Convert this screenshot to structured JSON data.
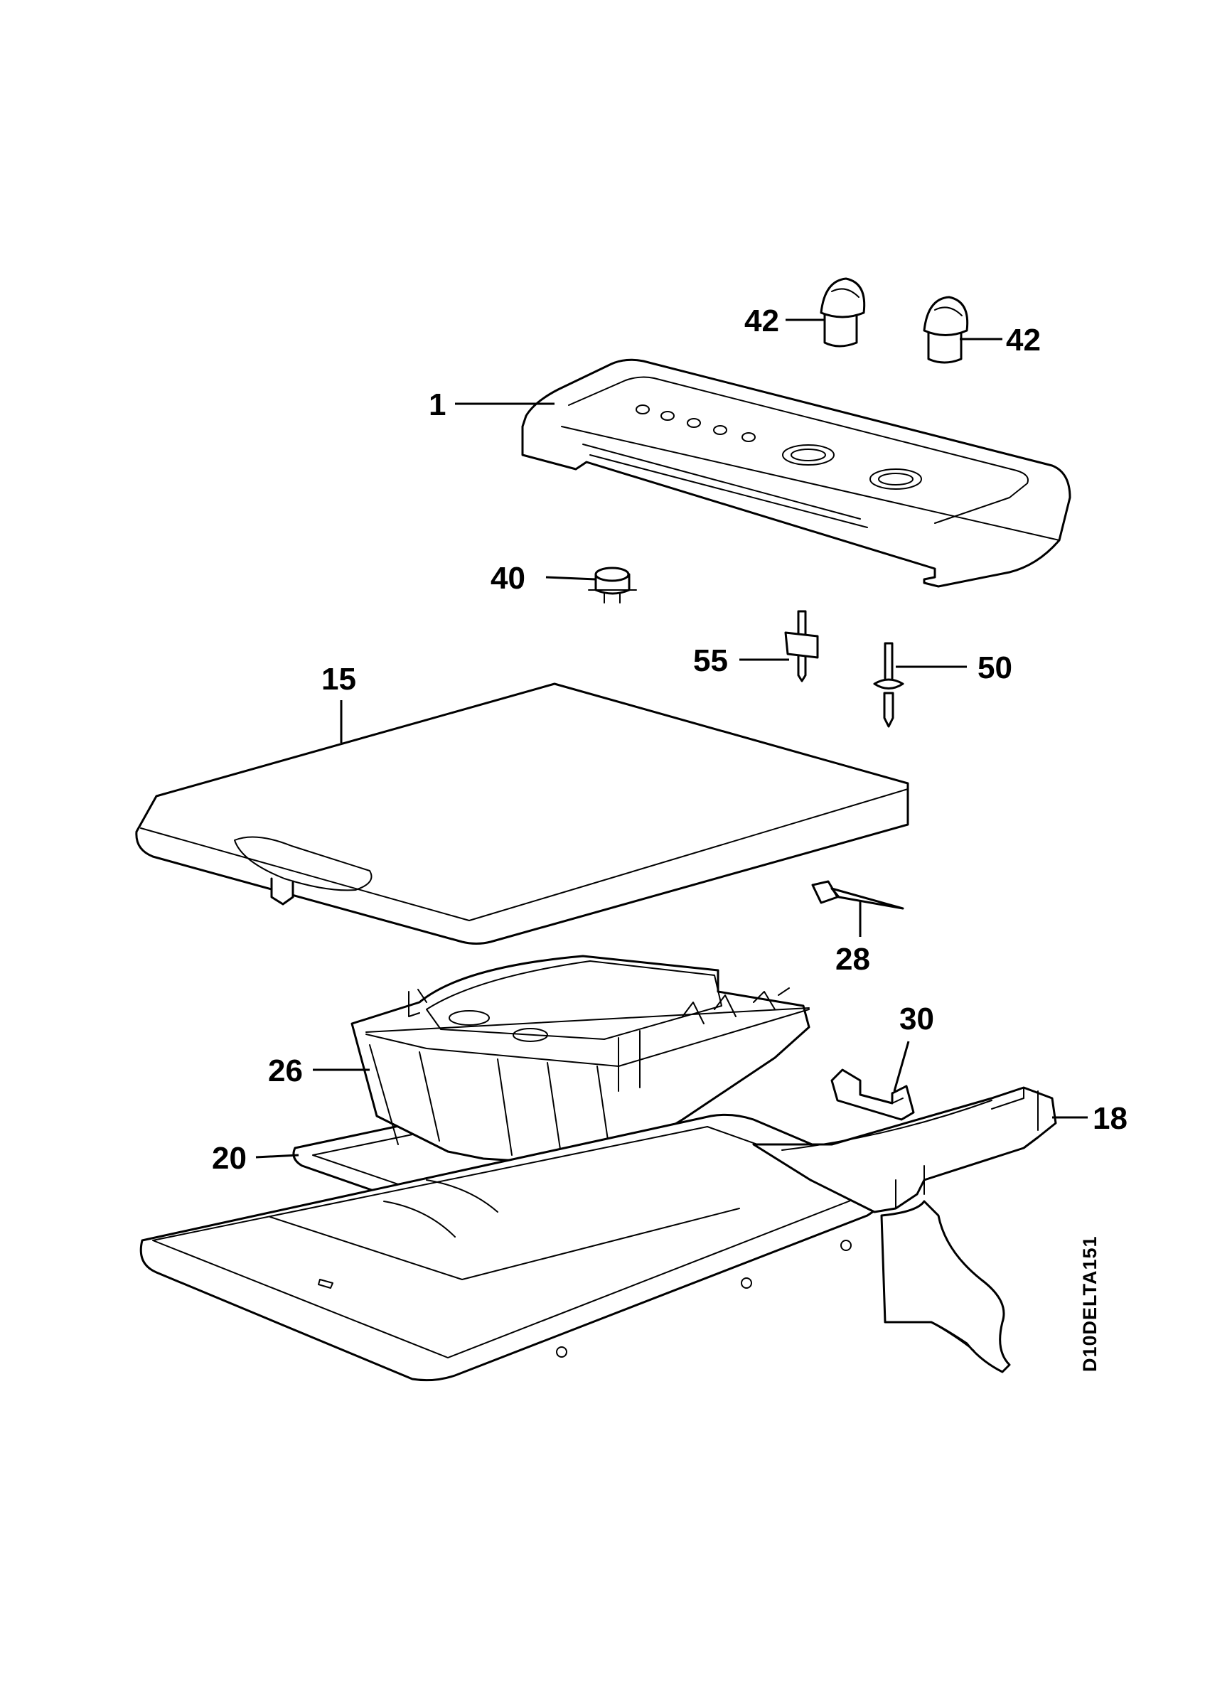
{
  "callouts": {
    "c1": "1",
    "c15": "15",
    "c18": "18",
    "c20": "20",
    "c26": "26",
    "c28": "28",
    "c30": "30",
    "c40": "40",
    "c42a": "42",
    "c42b": "42",
    "c50": "50",
    "c55": "55"
  },
  "drawing_code": "D10DELTA151"
}
